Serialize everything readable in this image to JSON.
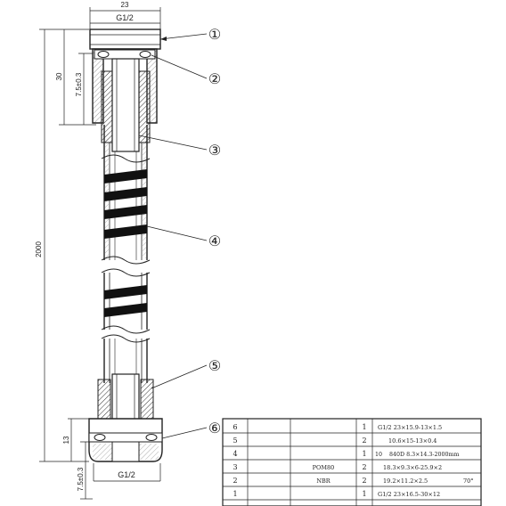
{
  "dimensions": {
    "top_width": "23",
    "top_thread": "G1/2",
    "height_30": "30",
    "height_7_5_top": "7.5±0.3",
    "total_length": "2000",
    "height_13": "13",
    "height_7_5_bottom": "7.5±0.3",
    "bottom_thread": "G1/2"
  },
  "callouts": [
    {
      "id": "c1",
      "label": "①"
    },
    {
      "id": "c2",
      "label": "②"
    },
    {
      "id": "c3",
      "label": "③"
    },
    {
      "id": "c4",
      "label": "④"
    },
    {
      "id": "c5",
      "label": "⑤"
    },
    {
      "id": "c6",
      "label": "⑥"
    }
  ],
  "parts_table": {
    "rows": [
      {
        "no": "6",
        "material": "",
        "qty": "1",
        "spec": "G1/2 23×15.9-13×1.5",
        "note": ""
      },
      {
        "no": "5",
        "material": "",
        "qty": "2",
        "spec": "10.6×15-13×0.4",
        "note": ""
      },
      {
        "no": "4",
        "material": "",
        "qty": "1",
        "spec": "10    840D 8.3×14.3-2000mm",
        "note": ""
      },
      {
        "no": "3",
        "material": "POM80",
        "qty": "2",
        "spec": "18.3×9.3×6-25.9×2",
        "note": ""
      },
      {
        "no": "2",
        "material": "NBR",
        "qty": "2",
        "spec": "19.2×11.2×2.5",
        "note": "70°"
      },
      {
        "no": "1",
        "material": "",
        "qty": "1",
        "spec": "G1/2 23×16.5-30×12",
        "note": ""
      }
    ]
  }
}
